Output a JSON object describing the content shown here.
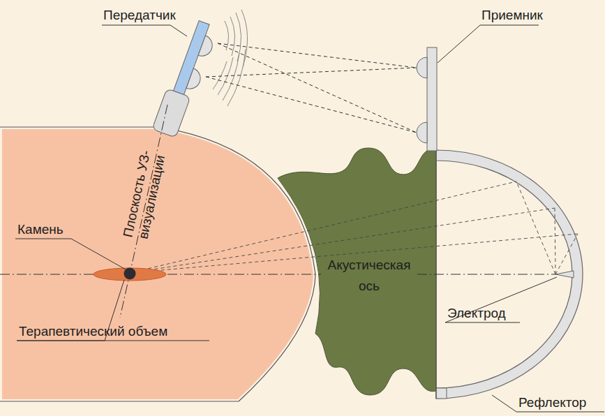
{
  "diagram": {
    "labels": [
      "Передатчик",
      "Приемник",
      "Плоскость УЗ-визуализации",
      "Камень",
      "Акустическая ось",
      "Электрод",
      "Терапевтический объем",
      "Рефлектор"
    ]
  }
}
